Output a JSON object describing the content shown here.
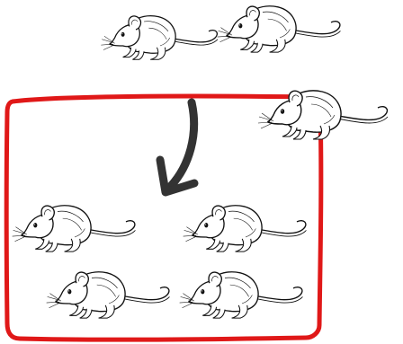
{
  "scene": {
    "outside_mice": [
      {
        "id": "outside-mouse-1",
        "facing": "left"
      },
      {
        "id": "outside-mouse-2",
        "facing": "left"
      },
      {
        "id": "outside-mouse-3",
        "facing": "left"
      }
    ],
    "inside_mice": [
      {
        "id": "inside-mouse-1",
        "facing": "left"
      },
      {
        "id": "inside-mouse-2",
        "facing": "left"
      },
      {
        "id": "inside-mouse-3",
        "facing": "left"
      },
      {
        "id": "inside-mouse-4",
        "facing": "left"
      }
    ],
    "outside_count": 3,
    "inside_count": 4,
    "arrow_icon": "curved-arrow-down-left-icon",
    "colors": {
      "box_border": "#e01818",
      "arrow": "#333333",
      "line": "#111111",
      "fill": "#ffffff"
    }
  }
}
